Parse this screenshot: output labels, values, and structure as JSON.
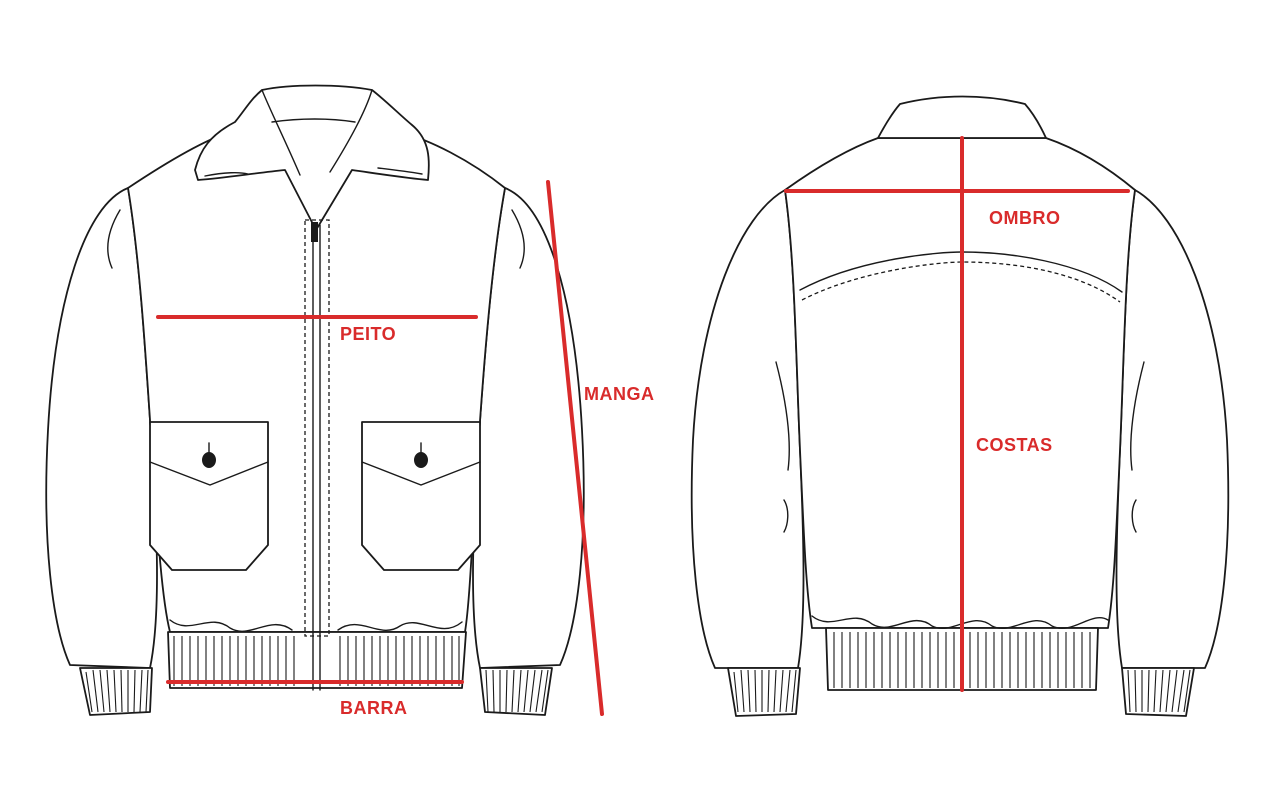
{
  "measure_color": "#d92b2b",
  "labels": {
    "peito": "PEITO",
    "manga": "MANGA",
    "barra": "BARRA",
    "ombro": "OMBRO",
    "costas": "COSTAS"
  },
  "views": {
    "front": "front-jacket-view",
    "back": "back-jacket-view"
  }
}
